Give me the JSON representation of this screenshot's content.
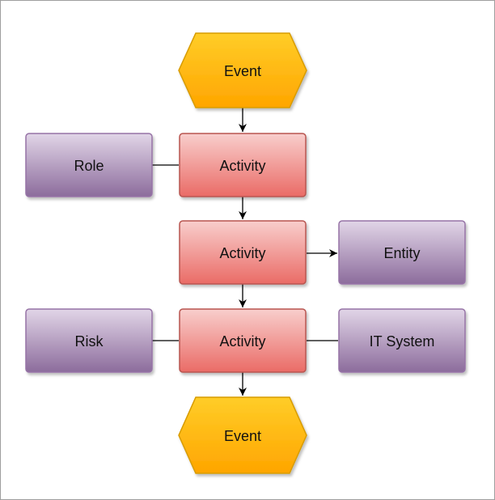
{
  "nodes": {
    "event_start": "Event",
    "activity_1": "Activity",
    "activity_2": "Activity",
    "activity_3": "Activity",
    "event_end": "Event",
    "role": "Role",
    "entity": "Entity",
    "risk": "Risk",
    "it_system": "IT System"
  },
  "colors": {
    "event_fill_top": "#ffcd28",
    "event_fill_bottom": "#ffa500",
    "event_stroke": "#d79b00",
    "activity_fill_top": "#f8cecc",
    "activity_fill_bottom": "#ea6b66",
    "activity_stroke": "#b85450",
    "object_fill_top": "#e1d5e7",
    "object_fill_bottom": "#8c6c9c",
    "object_stroke": "#9673a6",
    "connector": "#000000"
  }
}
